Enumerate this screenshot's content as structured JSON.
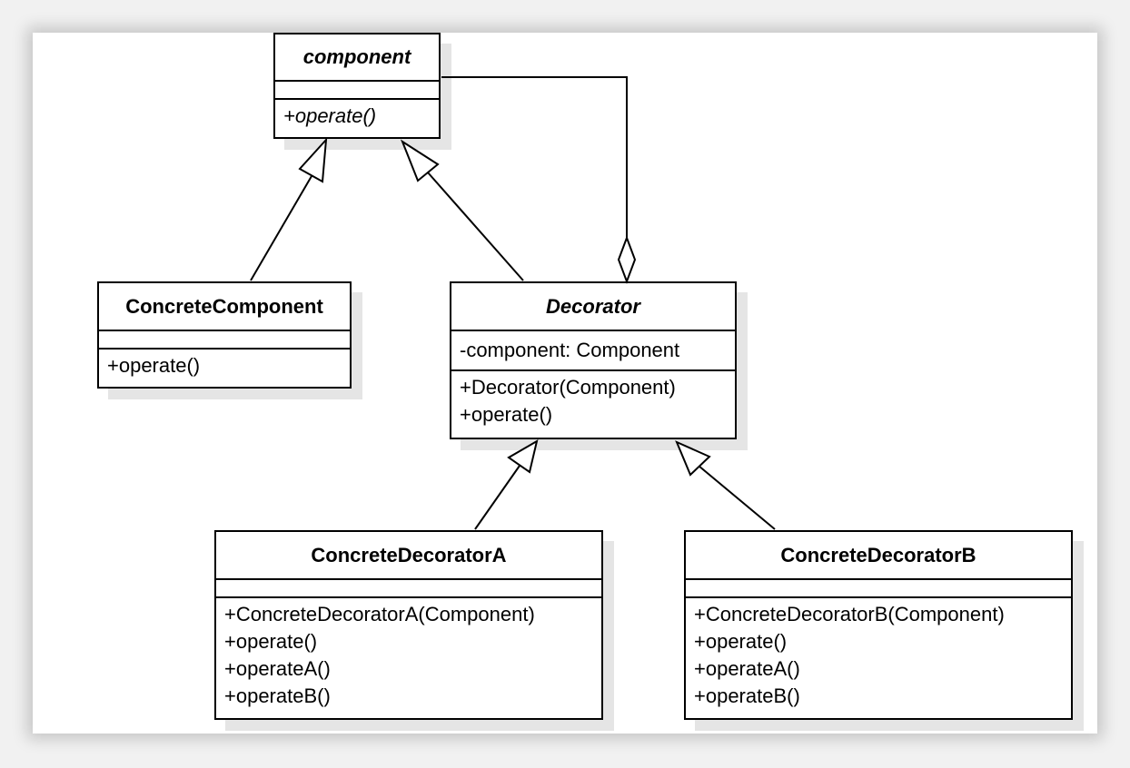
{
  "classes": {
    "component": {
      "name": "component",
      "attributes": [],
      "operations": [
        "+operate()"
      ]
    },
    "concrete_component": {
      "name": "ConcreteComponent",
      "attributes": [],
      "operations": [
        "+operate()"
      ]
    },
    "decorator": {
      "name": "Decorator",
      "attributes": [
        "-component: Component"
      ],
      "operations": [
        "+Decorator(Component)",
        "+operate()"
      ]
    },
    "concrete_decorator_a": {
      "name": "ConcreteDecoratorA",
      "attributes": [],
      "operations": [
        "+ConcreteDecoratorA(Component)",
        "+operate()",
        "+operateA()",
        "+operateB()"
      ]
    },
    "concrete_decorator_b": {
      "name": "ConcreteDecoratorB",
      "attributes": [],
      "operations": [
        "+ConcreteDecoratorB(Component)",
        "+operate()",
        "+operateA()",
        "+operateB()"
      ]
    }
  },
  "relations": [
    {
      "type": "generalization",
      "from": "ConcreteComponent",
      "to": "component"
    },
    {
      "type": "generalization",
      "from": "Decorator",
      "to": "component"
    },
    {
      "type": "aggregation",
      "whole": "Decorator",
      "part": "component"
    },
    {
      "type": "generalization",
      "from": "ConcreteDecoratorA",
      "to": "Decorator"
    },
    {
      "type": "generalization",
      "from": "ConcreteDecoratorB",
      "to": "Decorator"
    }
  ]
}
